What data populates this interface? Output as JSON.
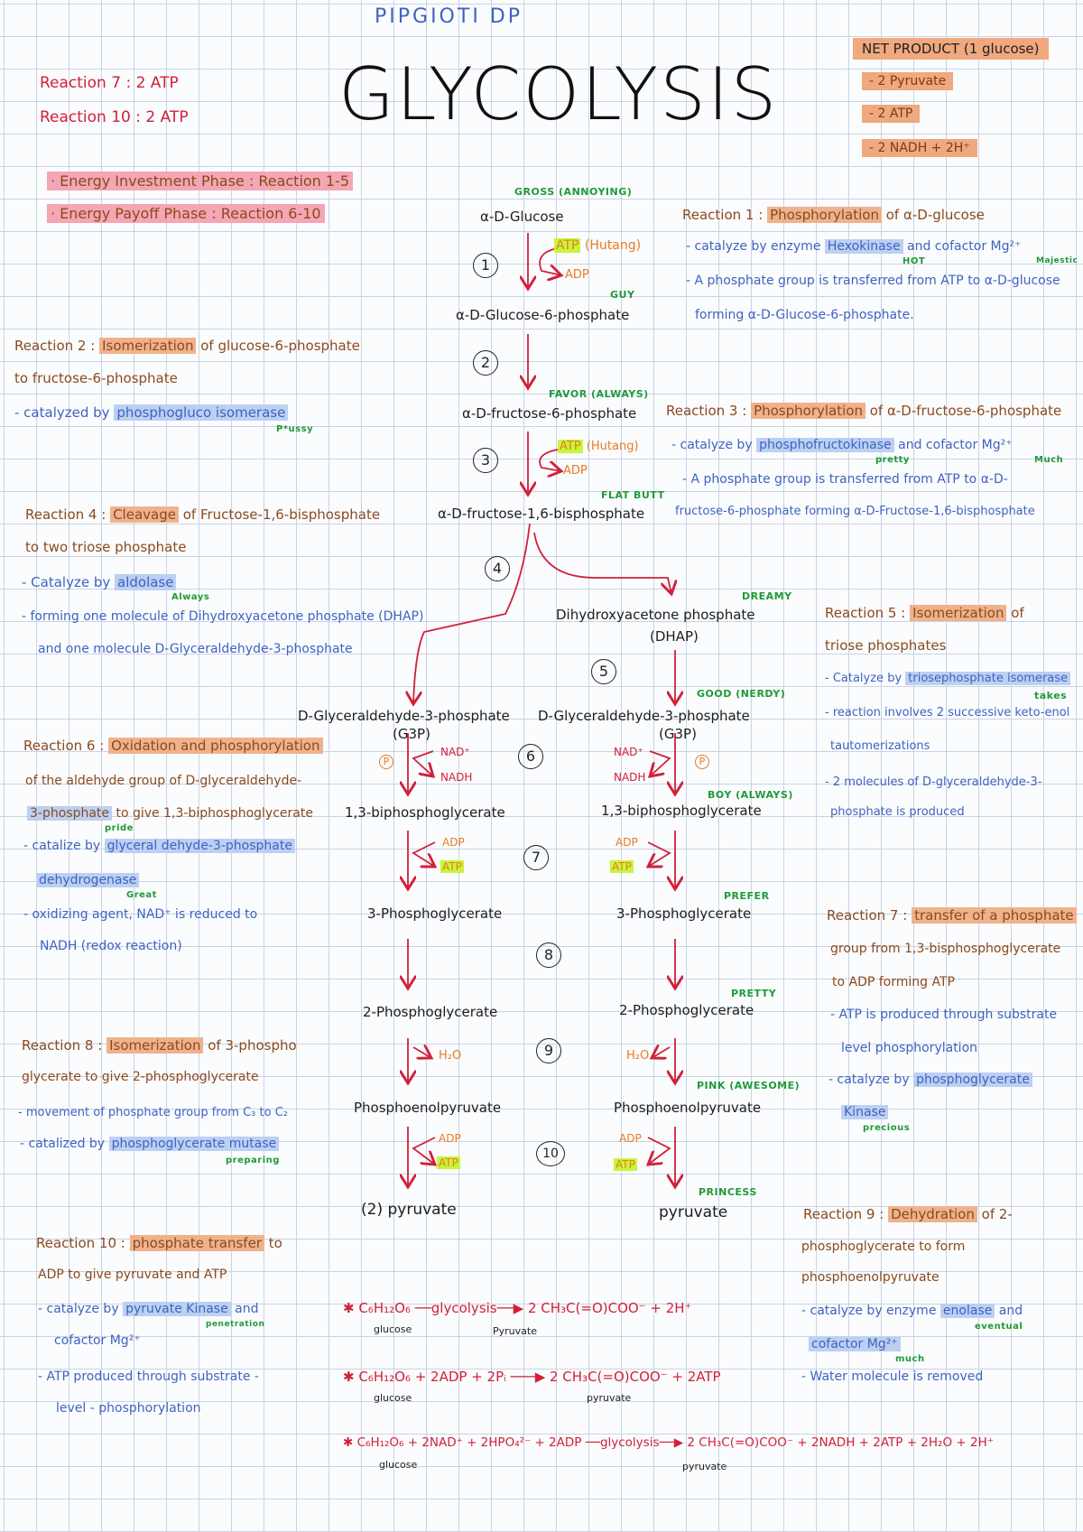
{
  "header": {
    "handle": "PIPGIOTI DP",
    "title": "GLYCOLYSIS"
  },
  "top_left": {
    "r7": "Reaction 7 :  2 ATP",
    "r10": "Reaction 10 :  2 ATP"
  },
  "phases": {
    "investment": "· Energy Investment Phase : Reaction 1-5",
    "payoff": "· Energy Payoff Phase   : Reaction 6-10"
  },
  "net": {
    "title": "NET PRODUCT (1 glucose)",
    "items": [
      "- 2 Pyruvate",
      "- 2 ATP",
      "- 2 NADH + 2H⁺"
    ]
  },
  "pathway": {
    "glucose": "α-D-Glucose",
    "g6p": "α-D-Glucose-6-phosphate",
    "f6p": "α-D-fructose-6-phosphate",
    "f16bp": "α-D-fructose-1,6-bisphosphate",
    "dhap": "Dihydroxyacetone phosphate",
    "dhap_abbr": "(DHAP)",
    "g3p_left": "D-Glyceraldehyde-3-phosphate",
    "g3p_right": "D-Glyceraldehyde-3-phosphate",
    "g3p_abbr": "(G3P)",
    "bpg_left": "1,3-biphosphoglycerate",
    "bpg_right": "1,3-biphosphoglycerate",
    "pg3_left": "3-Phosphoglycerate",
    "pg3_right": "3-Phosphoglycerate",
    "pg2_left": "2-Phosphoglycerate",
    "pg2_right": "2-Phosphoglycerate",
    "pep_left": "Phosphoenolpyruvate",
    "pep_right": "Phosphoenolpyruvate",
    "pyr_left": "(2) pyruvate",
    "pyr_right": "pyruvate",
    "atp": "ATP",
    "adp": "ADP",
    "hutang": "(Hutang)",
    "nad": "NAD⁺",
    "nadh": "NADH",
    "h2o": "H₂O",
    "p": "P",
    "steps": [
      "1",
      "2",
      "3",
      "4",
      "5",
      "6",
      "7",
      "8",
      "9",
      "10"
    ]
  },
  "mnemonics": {
    "gross": "GROSS (ANNOYING)",
    "guy": "GUY",
    "favor": "FAVOR (ALWAYS)",
    "flat": "FLAT BUTT",
    "dreamy": "DREAMY",
    "good": "GOOD (NERDY)",
    "boy": "BOY (ALWAYS)",
    "prefer": "PREFER",
    "pretty": "PRETTY",
    "pink": "PINK (AWESOME)",
    "princess": "PRINCESS"
  },
  "r1": {
    "title": "Reaction 1 :",
    "hl": "Phosphorylation",
    "rest": "of α-D-glucose",
    "l1a": "- catalyze by enzyme",
    "l1hl": "Hexokinase",
    "l1b": "and cofactor Mg²⁺",
    "hot": "HOT",
    "majestic": "Majestic",
    "l2": "- A phosphate group is transferred from ATP to α-D-glucose",
    "l3": "forming α-D-Glucose-6-phosphate."
  },
  "r2": {
    "title": "Reaction 2 :",
    "hl": "Isomerization",
    "rest": "of glucose-6-phosphate",
    "l1": "to fructose-6-phosphate",
    "l2a": "- catalyzed by",
    "l2hl": "phosphogluco isomerase",
    "pussy": "P*ussy"
  },
  "r3": {
    "title": "Reaction 3 :",
    "hl": "Phosphorylation",
    "rest": "of α-D-fructose-6-phosphate",
    "l1a": "- catalyze by",
    "l1hl": "phosphofructokinase",
    "l1b": "and cofactor Mg²⁺",
    "pretty": "pretty",
    "much": "Much",
    "l2": "- A phosphate group is transferred from ATP to α-D-",
    "l3": "fructose-6-phosphate forming α-D-Fructose-1,6-bisphosphate"
  },
  "r4": {
    "title": "Reaction 4 :",
    "hl": "Cleavage",
    "rest": "of Fructose-1,6-bisphosphate",
    "l1": "to two triose phosphate",
    "l2a": "- Catalyze by",
    "l2hl": "aldolase",
    "always": "Always",
    "l3": "- forming one molecule of Dihydroxyacetone phosphate (DHAP)",
    "l4": "and one molecule D-Glyceraldehyde-3-phosphate"
  },
  "r5": {
    "title": "Reaction 5 :",
    "hl": "Isomerization",
    "rest": "of",
    "l1": "triose phosphates",
    "l2a": "- Catalyze by",
    "l2hl": "triosephosphate isomerase",
    "takes": "takes",
    "l3": "- reaction involves 2 successive keto-enol",
    "l4": "tautomerizations",
    "l5": "- 2 molecules of D-glyceraldehyde-3-",
    "l6": "phosphate is produced"
  },
  "r6": {
    "title": "Reaction 6 :",
    "hl": "Oxidation and phosphorylation",
    "l1": "of the aldehyde group of D-glyceraldehyde-",
    "l2hl": "3-phosphate",
    "l2b": "to give 1,3-biphosphoglycerate",
    "pride": "pride",
    "l3a": "- catalize by",
    "l3hl": "glyceral dehyde-3-phosphate",
    "l4hl": "dehydrogenase",
    "great": "Great",
    "l5": "- oxidizing agent, NAD⁺ is reduced to",
    "l6": "NADH (redox reaction)"
  },
  "r7": {
    "title": "Reaction 7 :",
    "hl": "transfer of a phosphate",
    "l1": "group from 1,3-bisphosphoglycerate",
    "l2": "to ADP forming ATP",
    "l3": "- ATP is produced through substrate",
    "l4": "level phosphorylation",
    "l5a": "- catalyze by",
    "l5hl": "phosphoglycerate",
    "l6hl": "Kinase",
    "precious": "precious"
  },
  "r8": {
    "title": "Reaction 8 :",
    "hl": "Isomerization",
    "rest": "of 3-phospho",
    "l1": "glycerate to give 2-phosphoglycerate",
    "l2": "- movement of phosphate group from C₃ to C₂",
    "l3a": "- catalized by",
    "l3hl": "phosphoglycerate mutase",
    "preparing": "preparing"
  },
  "r9": {
    "title": "Reaction 9 :",
    "hl": "Dehydration",
    "rest": "of 2-",
    "l1": "phosphoglycerate to form",
    "l2": "phosphoenolpyruvate",
    "l3a": "- catalyze by enzyme",
    "l3hl": "enolase",
    "l3b": "and",
    "eventual": "eventual",
    "l4a": "cofactor Mg²⁺",
    "much": "much",
    "l5": "- Water molecule is removed"
  },
  "r10": {
    "title": "Reaction 10 :",
    "hl": "phosphate transfer",
    "rest": "to",
    "l1": "ADP to give pyruvate and ATP",
    "l2a": "- catalyze by",
    "l2hl": "pyruvate Kinase",
    "l2b": "and",
    "penetration": "penetration",
    "l3": "cofactor Mg²⁺",
    "l4": "- ATP produced through substrate -",
    "l5": "level - phosphorylation"
  },
  "equations": {
    "e1": "✱  C₆H₁₂O₆ ──glycolysis──▶ 2 CH₃C(=O)COO⁻ + 2H⁺",
    "e1_left": "glucose",
    "e1_right": "Pyruvate",
    "e2": "✱  C₆H₁₂O₆ + 2ADP + 2Pᵢ ───▶ 2 CH₃C(=O)COO⁻ + 2ATP",
    "e2_left": "glucose",
    "e2_right": "pyruvate",
    "e3": "✱  C₆H₁₂O₆ + 2NAD⁺ + 2HPO₄²⁻ + 2ADP ──glycolysis──▶ 2 CH₃C(=O)COO⁻ + 2NADH + 2ATP + 2H₂O + 2H⁺",
    "e3_left": "glucose",
    "e3_right": "pyruvate"
  }
}
